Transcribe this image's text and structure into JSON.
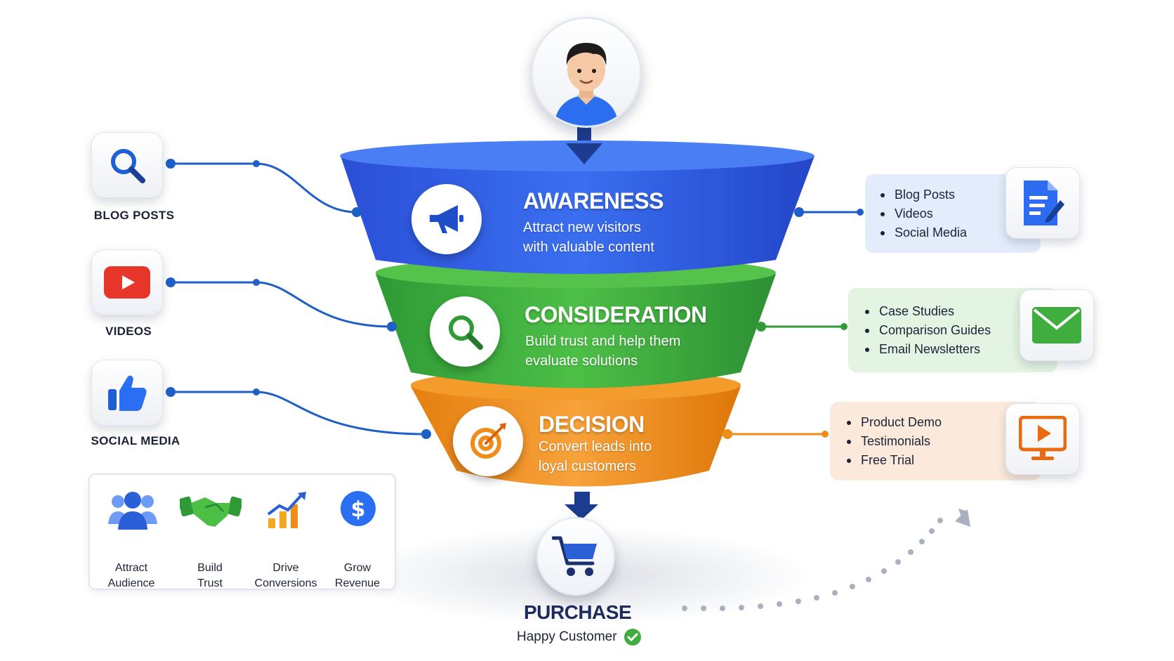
{
  "channels": [
    {
      "label": "BLOG POSTS",
      "icon": "search-icon"
    },
    {
      "label": "VIDEOS",
      "icon": "play-icon"
    },
    {
      "label": "SOCIAL MEDIA",
      "icon": "thumbs-up-icon"
    }
  ],
  "stages": [
    {
      "title": "AWARENESS",
      "line1": "Attract new visitors",
      "line2": "with valuable content",
      "icon": "megaphone-icon",
      "color": "#2f5fe0"
    },
    {
      "title": "CONSIDERATION",
      "line1": "Build trust and help them",
      "line2": "evaluate solutions",
      "icon": "search-icon",
      "color": "#3fae3f"
    },
    {
      "title": "DECISION",
      "line1": "Convert leads into",
      "line2": "loyal customers",
      "icon": "target-icon",
      "color": "#f08c18"
    }
  ],
  "cards": [
    {
      "items": [
        "Blog Posts",
        "Videos",
        "Social Media"
      ],
      "icon": "document-edit-icon"
    },
    {
      "items": [
        "Case Studies",
        "Comparison Guides",
        "Email Newsletters"
      ],
      "icon": "email-icon"
    },
    {
      "items": [
        "Product Demo",
        "Testimonials",
        "Free Trial"
      ],
      "icon": "monitor-play-icon"
    }
  ],
  "goals": [
    {
      "line1": "Attract",
      "line2": "Audience",
      "icon": "people-icon"
    },
    {
      "line1": "Build",
      "line2": "Trust",
      "icon": "handshake-icon"
    },
    {
      "line1": "Drive",
      "line2": "Conversions",
      "icon": "growth-chart-icon"
    },
    {
      "line1": "Grow",
      "line2": "Revenue",
      "icon": "dollar-icon"
    }
  ],
  "purchase": {
    "title": "PURCHASE",
    "subtitle": "Happy Customer",
    "icon": "cart-icon"
  }
}
